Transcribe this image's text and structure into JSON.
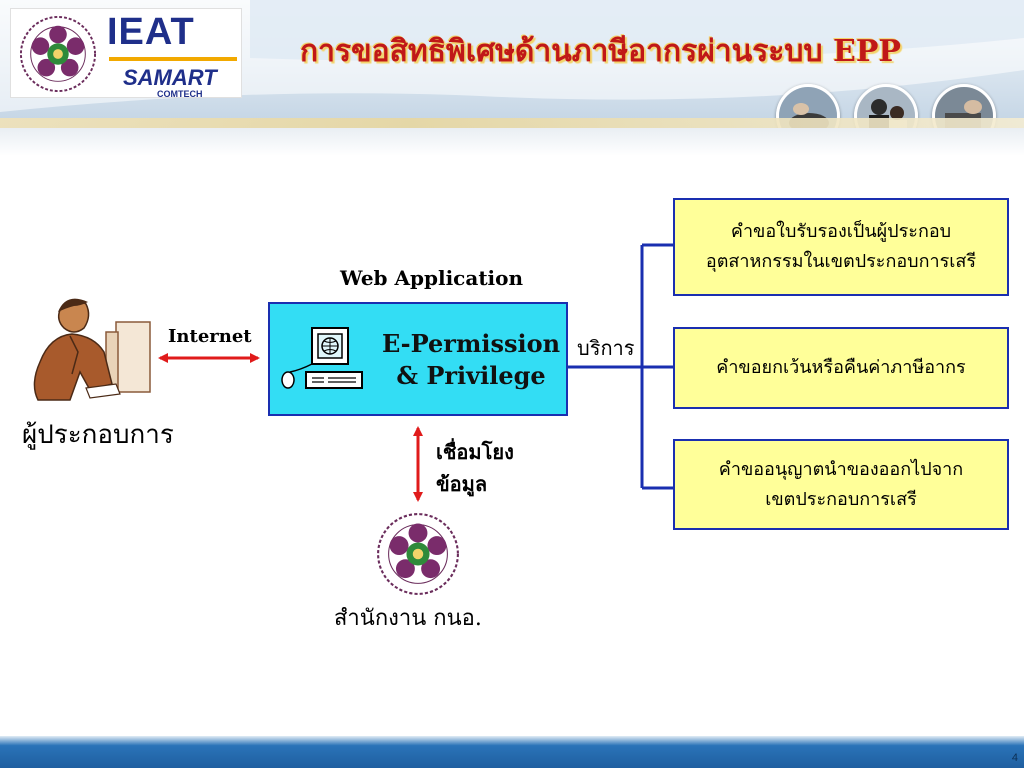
{
  "header": {
    "title": "การขอสิทธิพิเศษด้านภาษีอากรผ่านระบบ EPP",
    "brand": {
      "name": "IEAT",
      "partner": "SAMART",
      "partner_sub": "COMTECH"
    }
  },
  "diagram": {
    "user_label": "ผู้ประกอบการ",
    "internet_label": "Internet",
    "web_app_label": "Web Application",
    "system_title_line1": "E-Permission",
    "system_title_line2": "& Privilege",
    "service_label": "บริการ",
    "link_label_line1": "เชื่อมโยง",
    "link_label_line2": "ข้อมูล",
    "office_label": "สำนักงาน กนอ.",
    "services": [
      {
        "line1": "คำขอใบรับรองเป็นผู้ประกอบ",
        "line2": "อุตสาหกรรมในเขตประกอบการเสรี"
      },
      {
        "line1": "คำขอยกเว้นหรือคืนค่าภาษีอากร",
        "line2": ""
      },
      {
        "line1": "คำขออนุญาตนำของออกไปจาก",
        "line2": "เขตประกอบการเสรี"
      }
    ],
    "colors": {
      "arrow": "#e01b1b",
      "connector": "#1a2fb0",
      "system_fill": "#33ddf4",
      "service_fill": "#ffff99"
    }
  },
  "footer": {
    "page_number": "4"
  }
}
